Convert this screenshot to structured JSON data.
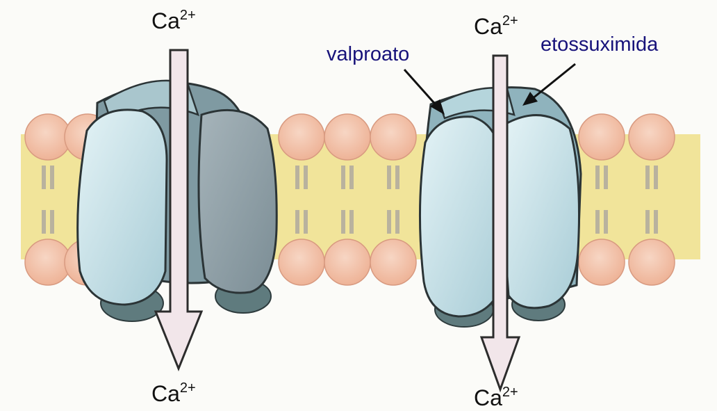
{
  "colors": {
    "membrane": "#f1e49a",
    "lipid_head": "#f2bfa6",
    "lipid_tail": "#b9b29e",
    "channel_light": "#c6e4ea",
    "channel_dark": "#8c9ea6",
    "arrow_fill": "#f2e6ea",
    "drug_label": "#17127a"
  },
  "ions": {
    "left_top": {
      "symbol": "Ca",
      "charge": "2+"
    },
    "left_bottom": {
      "symbol": "Ca",
      "charge": "2+"
    },
    "right_top": {
      "symbol": "Ca",
      "charge": "2+"
    },
    "right_bottom": {
      "symbol": "Ca",
      "charge": "2+"
    }
  },
  "drugs": {
    "valproate": "valproato",
    "ethosuximide": "etossuximida"
  }
}
